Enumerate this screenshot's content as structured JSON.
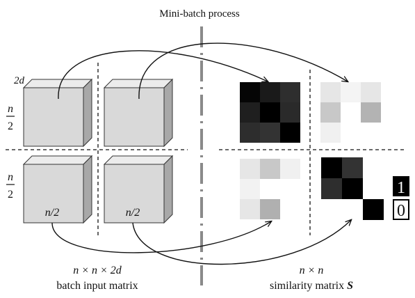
{
  "title": "Mini-batch process",
  "labels": {
    "dim_2d": "2d",
    "rows_top_num": "n",
    "rows_top_den": "2",
    "rows_bot_num": "n",
    "rows_bot_den": "2",
    "col_left": "n/2",
    "col_right": "n/2",
    "legend_one": "1",
    "legend_zero": "0"
  },
  "captions": {
    "left_math": "n × n × 2d",
    "left_text": "batch input matrix",
    "right_math": "n × n",
    "right_text": "similarity matrix",
    "right_symbol": "S"
  },
  "colors": {
    "cube_face": "#d9d9d9",
    "cube_top": "#ececec",
    "cube_side": "#a8a8a8",
    "divider": "#8a8a8a",
    "line": "#111111"
  },
  "matrices": [
    {
      "name": "top-left",
      "rows": 3,
      "cols": 3,
      "cells": [
        "#050505",
        "#1a1a1a",
        "#2e2e2e",
        "#1f1f1f",
        "#000000",
        "#2a2a2a",
        "#2d2d2d",
        "#333333",
        "#000000"
      ]
    },
    {
      "name": "top-right",
      "rows": 3,
      "cols": 3,
      "cells": [
        "#e6e6e6",
        "#f4f4f4",
        "#e6e6e6",
        "#c8c8c8",
        "#ffffff",
        "#b3b3b3",
        "#f0f0f0",
        "#ffffff",
        "#ffffff"
      ]
    },
    {
      "name": "bottom-left",
      "rows": 3,
      "cols": 3,
      "cells": [
        "#e6e6e6",
        "#c8c8c8",
        "#f0f0f0",
        "#f2f2f2",
        "#ffffff",
        "#ffffff",
        "#e6e6e6",
        "#b0b0b0",
        "#ffffff"
      ]
    },
    {
      "name": "bottom-right",
      "rows": 3,
      "cols": 3,
      "cells": [
        "#000000",
        "#333333",
        "#ffffff",
        "#2e2e2e",
        "#000000",
        "#ffffff",
        "#ffffff",
        "#ffffff",
        "#000000"
      ]
    }
  ]
}
